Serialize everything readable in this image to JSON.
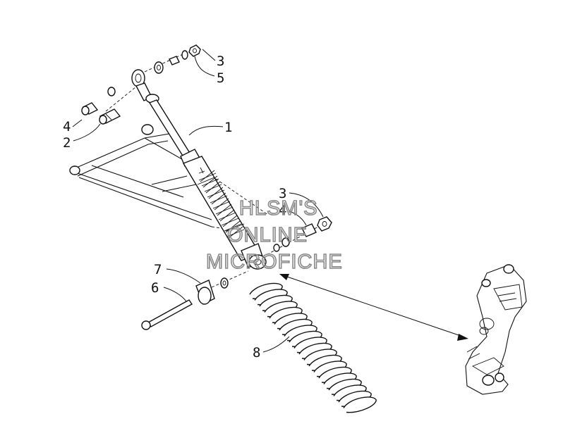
{
  "diagram": {
    "callouts": [
      {
        "id": "c3a",
        "text": "3"
      },
      {
        "id": "c5",
        "text": "5"
      },
      {
        "id": "c1",
        "text": "1"
      },
      {
        "id": "c4a",
        "text": "4"
      },
      {
        "id": "c2",
        "text": "2"
      },
      {
        "id": "c3b",
        "text": "3"
      },
      {
        "id": "c4b",
        "text": "4"
      },
      {
        "id": "c7",
        "text": "7"
      },
      {
        "id": "c6",
        "text": "6"
      },
      {
        "id": "c8",
        "text": "8"
      }
    ],
    "watermark": [
      "HLSM'S",
      "ONLINE",
      "MICROFICHE"
    ]
  }
}
